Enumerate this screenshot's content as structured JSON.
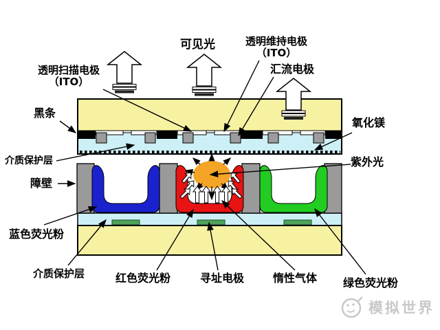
{
  "diagram_title": "PDP (plasma display panel) cell structure diagram",
  "labels": {
    "scan_electrode": {
      "line1": "透明扫描电极",
      "line2": "（ITO）"
    },
    "visible_light": "可见光",
    "sustain_electrode": {
      "line1": "透明维持电极",
      "line2": "（ITO）"
    },
    "bus_electrode": "汇流电极",
    "black_stripe": "黑条",
    "magnesium_oxide": "氧化镁",
    "dielectric_protect_top": "介质保护层",
    "uv_light": "紫外光",
    "barrier_rib": "障壁",
    "blue_phosphor": "蓝色荧光粉",
    "dielectric_protect_bottom": "介质保护层",
    "red_phosphor": "红色荧光粉",
    "address_electrode": "寻址电极",
    "inert_gas": "惰性气体",
    "green_phosphor": "绿色荧光粉",
    "watermark": "模拟世界"
  },
  "colors": {
    "background": "#FFFFFF",
    "plate_yellow": "#F7F2A2",
    "dielectric_blue": "#CDEFF6",
    "barrier_gray": "#9A9A9A",
    "bus_block_gray": "#9C9C9C",
    "stripe_black": "#000000",
    "blue_phosphor": "#1A22CE",
    "red_phosphor": "#E81313",
    "green_phosphor": "#22CC22",
    "plasma_orange": "#F4A427",
    "address_electrode_green": "#4FA25C",
    "watermark_gray": "#C8C8C8"
  }
}
